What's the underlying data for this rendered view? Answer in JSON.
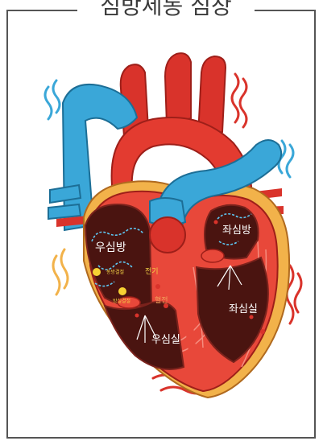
{
  "title": "심방세동 심장",
  "labels": {
    "right_atrium": "우심방",
    "left_atrium": "좌심방",
    "right_ventricle": "우심실",
    "left_ventricle": "좌심실",
    "sa_node": "동방결절",
    "av_node": "방실결절",
    "electricity": "전기",
    "thrombus": "혈전"
  },
  "colors": {
    "aorta": "#d9332b",
    "vein_blue": "#3aa7d8",
    "muscle": "#e8483a",
    "chamber_dark": "#4a1410",
    "fat_yellow": "#f2b24a",
    "node_yellow": "#f7d233",
    "tremor": "#d9332b"
  }
}
